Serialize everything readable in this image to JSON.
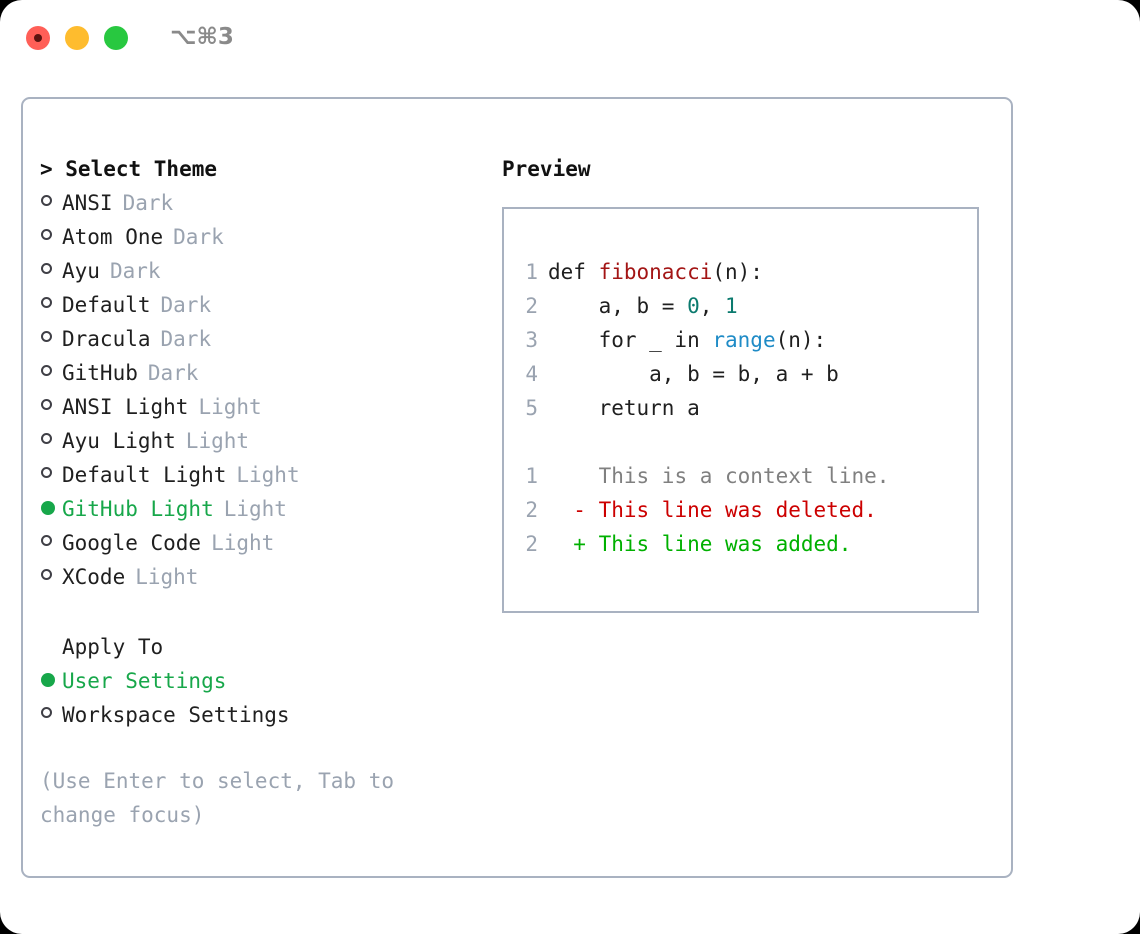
{
  "titlebar": {
    "shortcut": "⌥⌘3",
    "lights": [
      {
        "name": "close",
        "color": "#ff5f57"
      },
      {
        "name": "minimize",
        "color": "#febc2e"
      },
      {
        "name": "zoom",
        "color": "#28c840"
      }
    ]
  },
  "theme_panel": {
    "heading": "> Select Theme",
    "selected_theme": "GitHub Light",
    "accent_color": "#17a74a",
    "themes": [
      {
        "name": "ANSI",
        "variant": "Dark",
        "selected": false
      },
      {
        "name": "Atom One",
        "variant": "Dark",
        "selected": false
      },
      {
        "name": "Ayu",
        "variant": "Dark",
        "selected": false
      },
      {
        "name": "Default",
        "variant": "Dark",
        "selected": false
      },
      {
        "name": "Dracula",
        "variant": "Dark",
        "selected": false
      },
      {
        "name": "GitHub",
        "variant": "Dark",
        "selected": false
      },
      {
        "name": "ANSI Light",
        "variant": "Light",
        "selected": false
      },
      {
        "name": "Ayu Light",
        "variant": "Light",
        "selected": false
      },
      {
        "name": "Default Light",
        "variant": "Light",
        "selected": false
      },
      {
        "name": "GitHub Light",
        "variant": "Light",
        "selected": true
      },
      {
        "name": "Google Code",
        "variant": "Light",
        "selected": false
      },
      {
        "name": "XCode",
        "variant": "Light",
        "selected": false
      }
    ],
    "apply_to": {
      "label": "Apply To",
      "options": [
        {
          "name": "User Settings",
          "selected": true
        },
        {
          "name": "Workspace Settings",
          "selected": false
        }
      ]
    },
    "hint": "(Use Enter to select, Tab to change focus)"
  },
  "preview": {
    "heading": "Preview",
    "code_lines": [
      {
        "no": "1",
        "tokens": [
          {
            "t": "def ",
            "c": "plain"
          },
          {
            "t": "fibonacci",
            "c": "fn"
          },
          {
            "t": "(n):",
            "c": "plain"
          }
        ]
      },
      {
        "no": "2",
        "tokens": [
          {
            "t": "    a, b = ",
            "c": "plain"
          },
          {
            "t": "0",
            "c": "num"
          },
          {
            "t": ", ",
            "c": "plain"
          },
          {
            "t": "1",
            "c": "num"
          }
        ]
      },
      {
        "no": "3",
        "tokens": [
          {
            "t": "    for _ in ",
            "c": "plain"
          },
          {
            "t": "range",
            "c": "call"
          },
          {
            "t": "(n):",
            "c": "plain"
          }
        ]
      },
      {
        "no": "4",
        "tokens": [
          {
            "t": "        a, b = b, a + b",
            "c": "plain"
          }
        ]
      },
      {
        "no": "5",
        "tokens": [
          {
            "t": "    return a",
            "c": "plain"
          }
        ]
      }
    ],
    "diff_lines": [
      {
        "no": "1",
        "marker": " ",
        "text": " This is a context line.",
        "kind": "ctx"
      },
      {
        "no": "2",
        "marker": "-",
        "text": " This line was deleted.",
        "kind": "del"
      },
      {
        "no": "2",
        "marker": "+",
        "text": " This line was added.",
        "kind": "add"
      }
    ]
  }
}
